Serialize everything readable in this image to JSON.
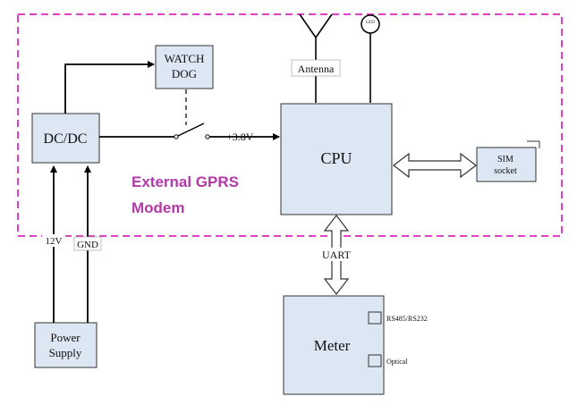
{
  "colors": {
    "box_fill": "#dde6f3",
    "box_stroke": "#333333",
    "boundary": "#e040c8",
    "modem_label": "#b23aa8",
    "line": "#000000"
  },
  "blocks": {
    "watchdog_line1": "WATCH",
    "watchdog_line2": "DOG",
    "dcdc": "DC/DC",
    "cpu": "CPU",
    "sim_line1": "SIM",
    "sim_line2": "socket",
    "power_line1": "Power",
    "power_line2": "Supply",
    "meter": "Meter",
    "rs485": "RS485/RS232",
    "optical": "Optical"
  },
  "labels": {
    "antenna": "Antenna",
    "led": "LED",
    "voltage": "+3.8V",
    "uart": "UART",
    "v12": "12V",
    "gnd": "GND",
    "modem_line1": "External GPRS",
    "modem_line2": "Modem"
  }
}
